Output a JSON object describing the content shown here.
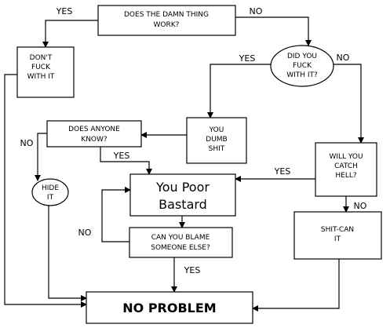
{
  "nodes": {
    "does_it_work": [
      "DOES THE DAMN THING",
      "WORK?"
    ],
    "dont_fuck": [
      "DON'T",
      "FUCK",
      "WITH IT"
    ],
    "did_you_fuck": [
      "DID YOU",
      "FUCK",
      "WITH IT?"
    ],
    "you_dumb_shit": [
      "YOU",
      "DUMB",
      "SHIT"
    ],
    "does_anyone_know": [
      "DOES ANYONE",
      "KNOW?"
    ],
    "will_you_catch_hell": [
      "WILL YOU",
      "CATCH",
      "HELL?"
    ],
    "hide_it": [
      "HIDE",
      "IT"
    ],
    "you_poor_bastard": [
      "You Poor",
      "Bastard"
    ],
    "shit_can": [
      "SHIT-CAN",
      "IT"
    ],
    "can_you_blame": [
      "CAN YOU BLAME",
      "SOMEONE ELSE?"
    ],
    "no_problem": [
      "NO PROBLEM"
    ]
  },
  "edge_labels": {
    "yes": "YES",
    "no": "NO"
  },
  "colors": {
    "line": "#000000",
    "background": "#ffffff"
  }
}
